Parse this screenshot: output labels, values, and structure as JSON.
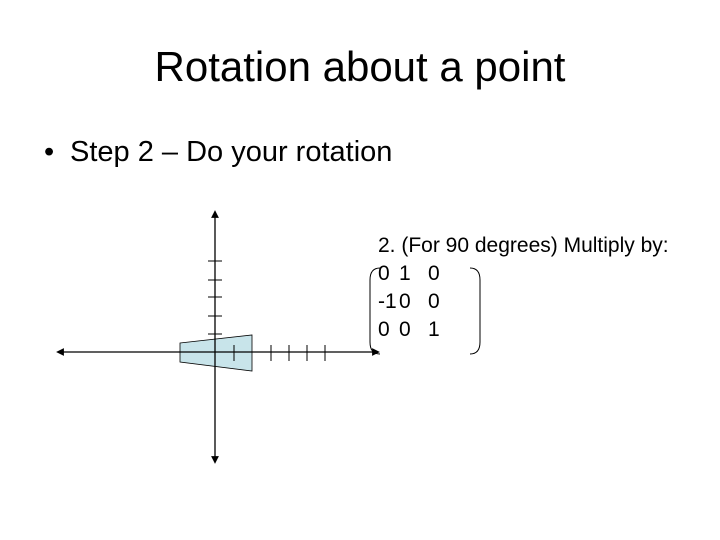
{
  "slide": {
    "title": "Rotation about a point",
    "bullet_symbol": "•",
    "bullet": "Step 2 – Do your rotation",
    "matrix_caption": "2. (For 90 degrees) Multiply by:",
    "matrix_rows": [
      [
        "0",
        "1",
        "0"
      ],
      [
        "-1",
        "0",
        "0"
      ],
      [
        "0",
        "0",
        "1"
      ]
    ]
  },
  "colors": {
    "shape_fill": "#c8e4ea",
    "line": "#000000"
  }
}
